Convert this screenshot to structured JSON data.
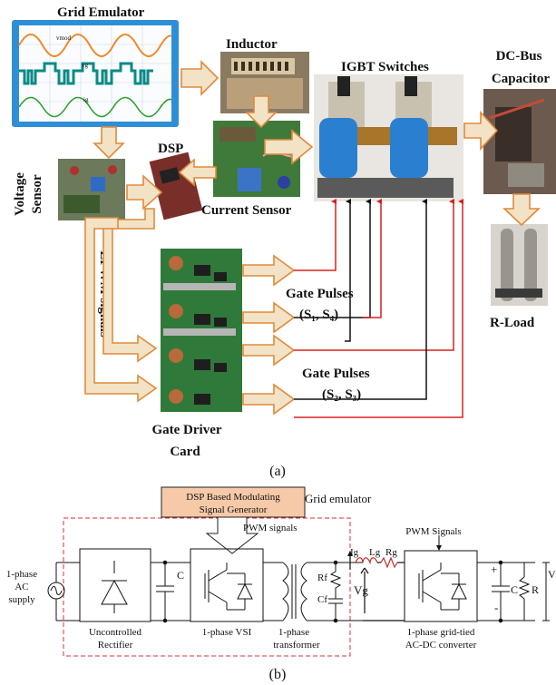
{
  "part_a": {
    "caption": "(a)",
    "labels": {
      "grid_emulator": "Grid Emulator",
      "inductor": "Inductor",
      "igbt_switches": "IGBT Switches",
      "dc_bus_capacitor_1": "DC-Bus",
      "dc_bus_capacitor_2": "Capacitor",
      "dsp": "DSP",
      "voltage_sensor_1": "Voltage",
      "voltage_sensor_2": "Sensor",
      "current_sensor": "Current Sensor",
      "epwm_signals": "EPWM signals",
      "gate_pulses_1": "Gate Pulses",
      "gate_pulses_1_sub": "(S₁, S₄)",
      "gate_pulses_2": "Gate Pulses",
      "gate_pulses_2_sub": "(S₂, S₃)",
      "r_load": "R-Load",
      "gate_driver_card_1": "Gate Driver",
      "gate_driver_card_2": "Card"
    },
    "scope_traces": {
      "vmod": "vmod",
      "vg": "vg",
      "ig": "ig"
    }
  },
  "part_b": {
    "caption": "(b)",
    "dsp_box_1": "DSP Based Modulating",
    "dsp_box_2": "Signal Generator",
    "grid_emulator": "Grid emulator",
    "pwm_signals_left": "PWM signals",
    "pwm_signals_right": "PWM Signals",
    "ac_supply_1": "1-phase",
    "ac_supply_2": "AC",
    "ac_supply_3": "supply",
    "rectifier_1": "Uncontrolled",
    "rectifier_2": "Rectifier",
    "vsi": "1-phase VSI",
    "transformer_1": "1-phase",
    "transformer_2": "transformer",
    "converter_1": "1-phase grid-tied",
    "converter_2": "AC-DC converter",
    "c_left": "C",
    "c_right": "C",
    "r_right": "R",
    "rf": "Rf",
    "cf": "Cf",
    "ig": "Ig",
    "lg": "Lg",
    "rg": "Rg",
    "vg": "Vg",
    "vout": "V",
    "plus": "+",
    "minus": "-"
  },
  "colors": {
    "arrow_fill": "#f2e3c7",
    "arrow_stroke": "#e08a3a",
    "scope_frame": "#2f8fd6",
    "dsp_box": "#f6c9a8",
    "dashed_red": "#d9302f",
    "signal_red": "#d92020",
    "signal_black": "#111111"
  }
}
